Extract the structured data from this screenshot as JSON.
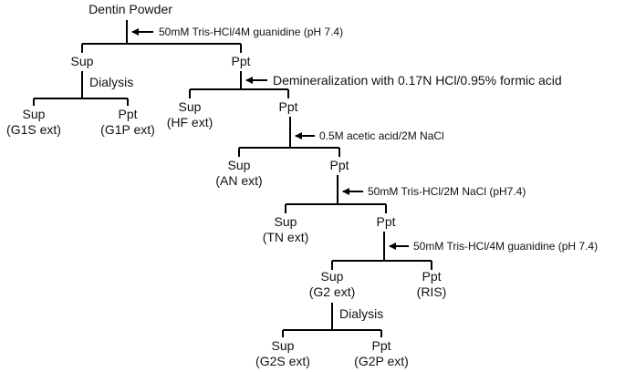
{
  "root": "Dentin Powder",
  "steps": {
    "s1": "50mM Tris-HCl/4M guanidine (pH 7.4)",
    "s2": "Demineralization with 0.17N HCl/0.95% formic acid",
    "s3": "0.5M acetic acid/2M NaCl",
    "s4": "50mM Tris-HCl/2M NaCl (pH7.4)",
    "s5": "50mM Tris-HCl/4M guanidine (pH 7.4)",
    "dialysis_1": "Dialysis",
    "dialysis_2": "Dialysis"
  },
  "nodes": {
    "n1_sup": "Sup",
    "n1_ppt": "Ppt",
    "g1s_sup": "Sup",
    "g1s_ext": "(G1S ext)",
    "g1p_ppt": "Ppt",
    "g1p_ext": "(G1P ext)",
    "hf_sup": "Sup",
    "hf_ext": "(HF ext)",
    "n2_ppt": "Ppt",
    "an_sup": "Sup",
    "an_ext": "(AN ext)",
    "n3_ppt": "Ppt",
    "tn_sup": "Sup",
    "tn_ext": "(TN ext)",
    "n4_ppt": "Ppt",
    "g2_sup": "Sup",
    "g2_ext": "(G2 ext)",
    "ris_ppt": "Ppt",
    "ris_ext": "(RIS)",
    "g2s_sup": "Sup",
    "g2s_ext": "(G2S ext)",
    "g2p_ppt": "Ppt",
    "g2p_ext": "(G2P ext)"
  }
}
